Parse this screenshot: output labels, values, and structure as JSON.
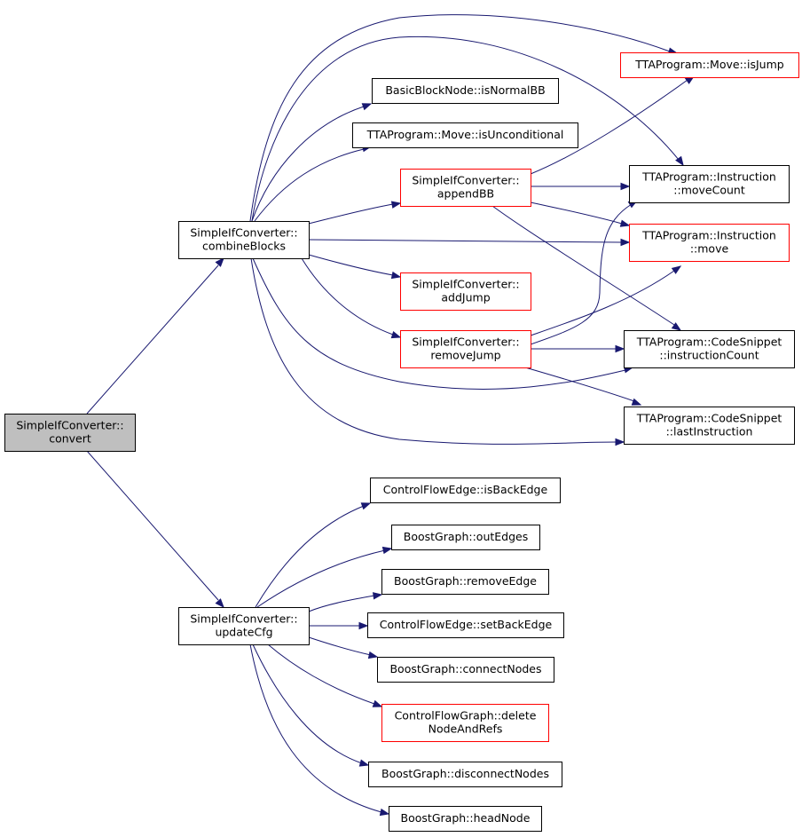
{
  "colors": {
    "edge": "#191970",
    "default_border": "#000000",
    "missing_border": "#ff0000",
    "root_fill": "#bfbfbf",
    "node_fill": "#ffffff"
  },
  "nodes": [
    {
      "id": "convert",
      "lines": [
        "SimpleIfConverter::",
        "convert"
      ],
      "style": "root"
    },
    {
      "id": "combineBlocks",
      "lines": [
        "SimpleIfConverter::",
        "combineBlocks"
      ],
      "style": "normal"
    },
    {
      "id": "updateCfg",
      "lines": [
        "SimpleIfConverter::",
        "updateCfg"
      ],
      "style": "normal"
    },
    {
      "id": "isNormalBB",
      "lines": [
        "BasicBlockNode::isNormalBB"
      ],
      "style": "normal"
    },
    {
      "id": "isUnconditional",
      "lines": [
        "TTAProgram::Move::isUnconditional"
      ],
      "style": "normal"
    },
    {
      "id": "appendBB",
      "lines": [
        "SimpleIfConverter::",
        "appendBB"
      ],
      "style": "missing"
    },
    {
      "id": "addJump",
      "lines": [
        "SimpleIfConverter::",
        "addJump"
      ],
      "style": "missing"
    },
    {
      "id": "removeJump",
      "lines": [
        "SimpleIfConverter::",
        "removeJump"
      ],
      "style": "missing"
    },
    {
      "id": "isJump",
      "lines": [
        "TTAProgram::Move::isJump"
      ],
      "style": "missing"
    },
    {
      "id": "moveCount",
      "lines": [
        "TTAProgram::Instruction",
        "::moveCount"
      ],
      "style": "normal"
    },
    {
      "id": "move",
      "lines": [
        "TTAProgram::Instruction",
        "::move"
      ],
      "style": "missing"
    },
    {
      "id": "instructionCount",
      "lines": [
        "TTAProgram::CodeSnippet",
        "::instructionCount"
      ],
      "style": "normal"
    },
    {
      "id": "lastInstruction",
      "lines": [
        "TTAProgram::CodeSnippet",
        "::lastInstruction"
      ],
      "style": "normal"
    },
    {
      "id": "isBackEdge",
      "lines": [
        "ControlFlowEdge::isBackEdge"
      ],
      "style": "normal"
    },
    {
      "id": "outEdges",
      "lines": [
        "BoostGraph::outEdges"
      ],
      "style": "normal"
    },
    {
      "id": "removeEdge",
      "lines": [
        "BoostGraph::removeEdge"
      ],
      "style": "normal"
    },
    {
      "id": "setBackEdge",
      "lines": [
        "ControlFlowEdge::setBackEdge"
      ],
      "style": "normal"
    },
    {
      "id": "connectNodes",
      "lines": [
        "BoostGraph::connectNodes"
      ],
      "style": "normal"
    },
    {
      "id": "deleteNodeAndRefs",
      "lines": [
        "ControlFlowGraph::delete",
        "NodeAndRefs"
      ],
      "style": "missing"
    },
    {
      "id": "disconnectNodes",
      "lines": [
        "BoostGraph::disconnectNodes"
      ],
      "style": "normal"
    },
    {
      "id": "headNode",
      "lines": [
        "BoostGraph::headNode"
      ],
      "style": "normal"
    }
  ],
  "edges": [
    {
      "from": "convert",
      "to": "combineBlocks"
    },
    {
      "from": "convert",
      "to": "updateCfg"
    },
    {
      "from": "combineBlocks",
      "to": "isNormalBB"
    },
    {
      "from": "combineBlocks",
      "to": "isUnconditional"
    },
    {
      "from": "combineBlocks",
      "to": "appendBB"
    },
    {
      "from": "combineBlocks",
      "to": "addJump"
    },
    {
      "from": "combineBlocks",
      "to": "removeJump"
    },
    {
      "from": "combineBlocks",
      "to": "isJump"
    },
    {
      "from": "combineBlocks",
      "to": "moveCount"
    },
    {
      "from": "combineBlocks",
      "to": "move"
    },
    {
      "from": "combineBlocks",
      "to": "instructionCount"
    },
    {
      "from": "combineBlocks",
      "to": "lastInstruction"
    },
    {
      "from": "appendBB",
      "to": "isJump"
    },
    {
      "from": "appendBB",
      "to": "moveCount"
    },
    {
      "from": "appendBB",
      "to": "move"
    },
    {
      "from": "appendBB",
      "to": "instructionCount"
    },
    {
      "from": "removeJump",
      "to": "moveCount"
    },
    {
      "from": "removeJump",
      "to": "move"
    },
    {
      "from": "removeJump",
      "to": "instructionCount"
    },
    {
      "from": "removeJump",
      "to": "lastInstruction"
    },
    {
      "from": "updateCfg",
      "to": "isBackEdge"
    },
    {
      "from": "updateCfg",
      "to": "outEdges"
    },
    {
      "from": "updateCfg",
      "to": "removeEdge"
    },
    {
      "from": "updateCfg",
      "to": "setBackEdge"
    },
    {
      "from": "updateCfg",
      "to": "connectNodes"
    },
    {
      "from": "updateCfg",
      "to": "deleteNodeAndRefs"
    },
    {
      "from": "updateCfg",
      "to": "disconnectNodes"
    },
    {
      "from": "updateCfg",
      "to": "headNode"
    }
  ]
}
